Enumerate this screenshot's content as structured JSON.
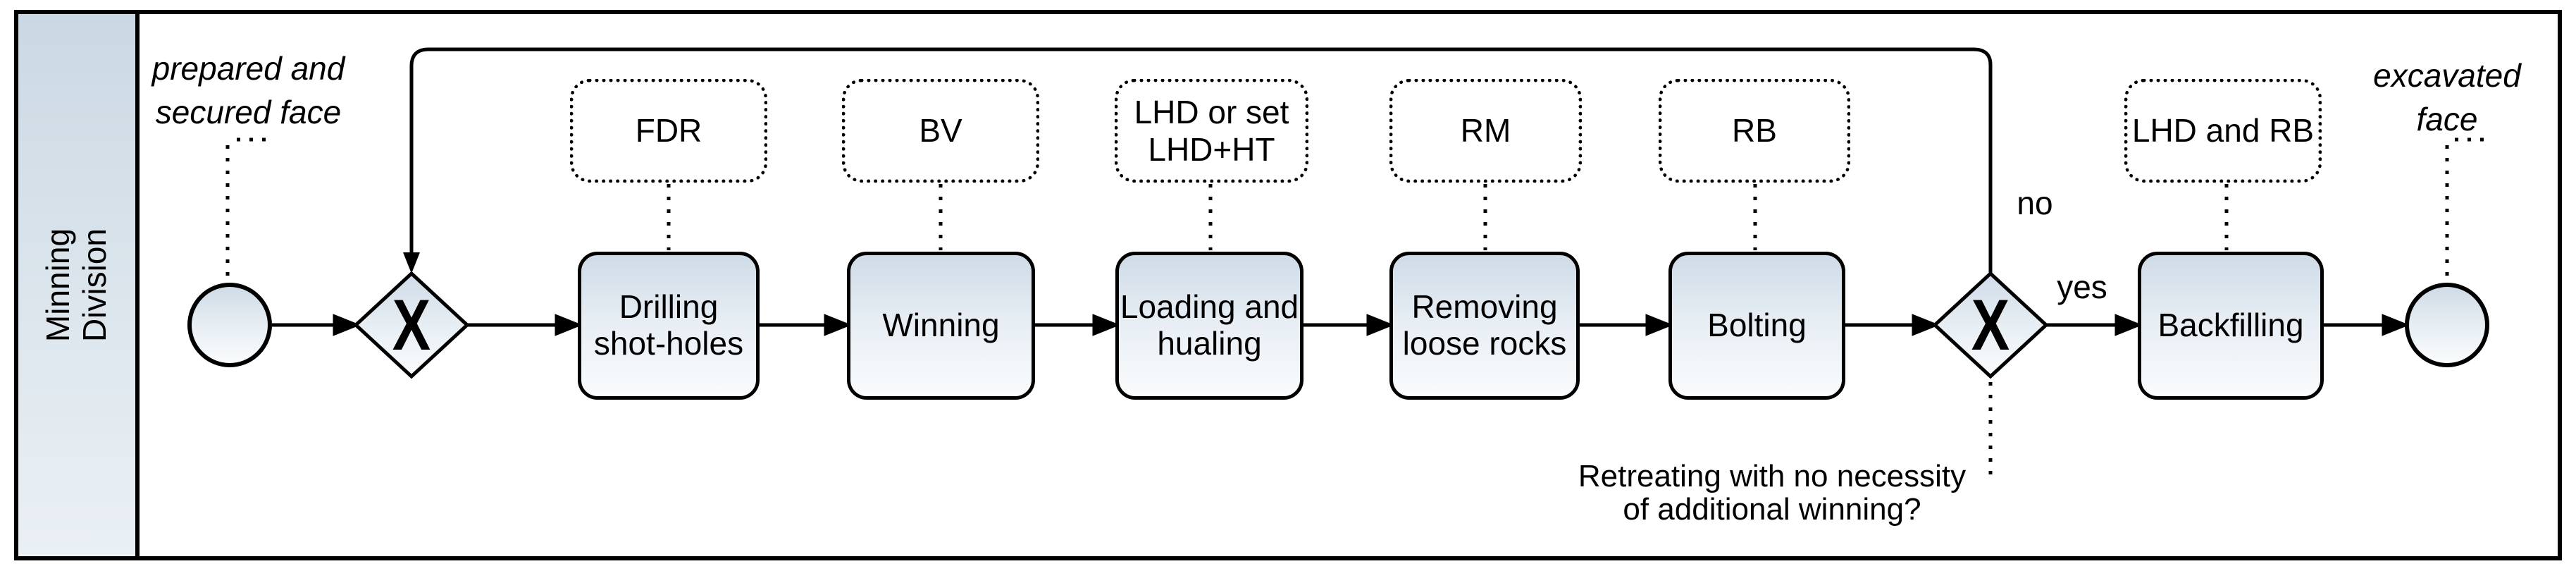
{
  "colors": {
    "stroke": "#000000",
    "background": "#ffffff",
    "node_fill_top": "#cfdbe7",
    "node_fill_bottom": "#fafcfd",
    "lane_fill_top": "#cbd8e3",
    "lane_fill_bottom": "#eaf0f5"
  },
  "lane": {
    "label": "Minning\nDivision"
  },
  "start_event": {
    "annotation": "prepared and\nsecured face"
  },
  "end_event": {
    "annotation": "excavated\nface"
  },
  "tasks": [
    {
      "label": "Drilling\nshot-holes",
      "tool": "FDR"
    },
    {
      "label": "Winning",
      "tool": "BV"
    },
    {
      "label": "Loading and\nhualing",
      "tool": "LHD or set\nLHD+HT"
    },
    {
      "label": "Removing\nloose rocks",
      "tool": "RM"
    },
    {
      "label": "Bolting",
      "tool": "RB"
    },
    {
      "label": "Backfilling",
      "tool": "LHD and RB"
    }
  ],
  "gateways": [
    {
      "symbol": "X"
    },
    {
      "symbol": "X",
      "question": "Retreating with no necessity\nof additional winning?",
      "edge_labels": {
        "no": "no",
        "yes": "yes"
      }
    }
  ]
}
